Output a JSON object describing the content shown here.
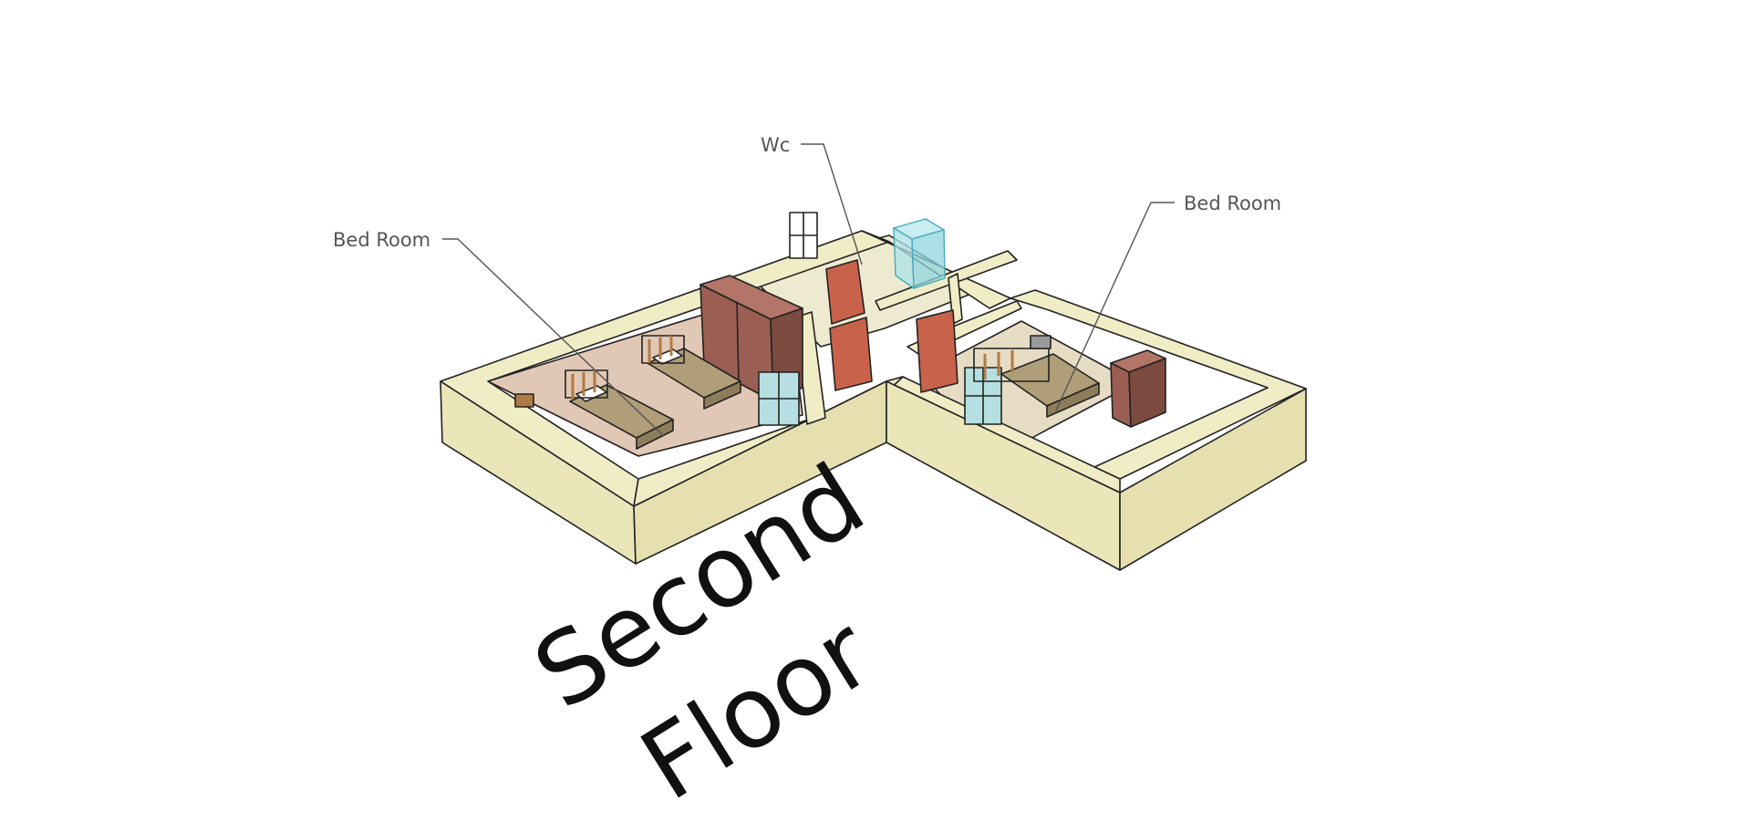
{
  "labels": {
    "bedroom_left": "Bed Room",
    "wc": "Wc",
    "bedroom_right": "Bed Room"
  },
  "floor_title": {
    "line1": "Second",
    "line2": "Floor"
  },
  "colors": {
    "wall_top": "#f0ecc6",
    "wall_outer": "#ebe5ba",
    "wall_side": "#e6e0b0",
    "floor_left": "#e1c7b5",
    "floor_right": "#e6dcc4",
    "floor_wc": "#eeead0",
    "wardrobe": "#9a5f52",
    "door": "#c9624a",
    "bed_sheet": "#b09e78",
    "bed_wood": "#b07a44",
    "glass": "#a9e2ea"
  }
}
